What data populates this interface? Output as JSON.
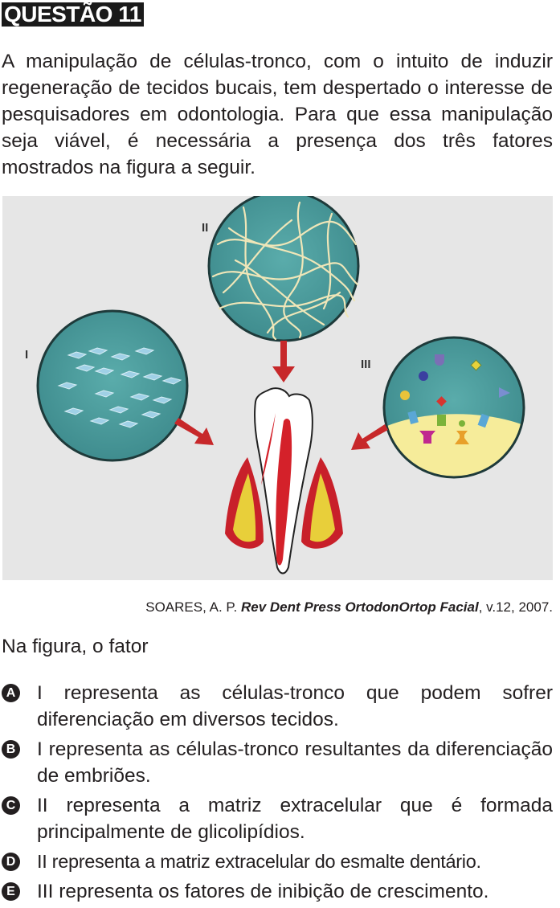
{
  "question": {
    "title": "QUESTÃO 11",
    "intro": "A manipulação de células-tronco, com o intuito de induzir regeneração de tecidos bucais, tem despertado o interesse de pesquisadores em odontologia. Para que essa manipulação seja viável, é necessária a presença dos três fatores mostrados na figura a seguir.",
    "figure": {
      "label_i": "I",
      "label_ii": "II",
      "label_iii": "III"
    },
    "source": {
      "author": "SOARES, A. P. ",
      "journal": "Rev Dent Press OrtodonOrtop Facial",
      "details": ", v.12, 2007."
    },
    "stem": "Na figura, o fator",
    "options": [
      {
        "letter": "A",
        "text": "I representa as células-tronco que podem sofrer diferenciação em diversos tecidos."
      },
      {
        "letter": "B",
        "text": "I representa as células-tronco resultantes da diferenciação de embriões."
      },
      {
        "letter": "C",
        "text": "II representa a matriz extracelular que é formada principalmente de glicolipídios."
      },
      {
        "letter": "D",
        "text": "II representa a matriz extracelular do esmalte dentário."
      },
      {
        "letter": "E",
        "text": "III representa os fatores de inibição de crescimento."
      }
    ]
  },
  "colors": {
    "circle_fill": "#4a9a9a",
    "arrow": "#c7282a",
    "gum": "#c8202a",
    "bone": "#e8cf3a"
  }
}
